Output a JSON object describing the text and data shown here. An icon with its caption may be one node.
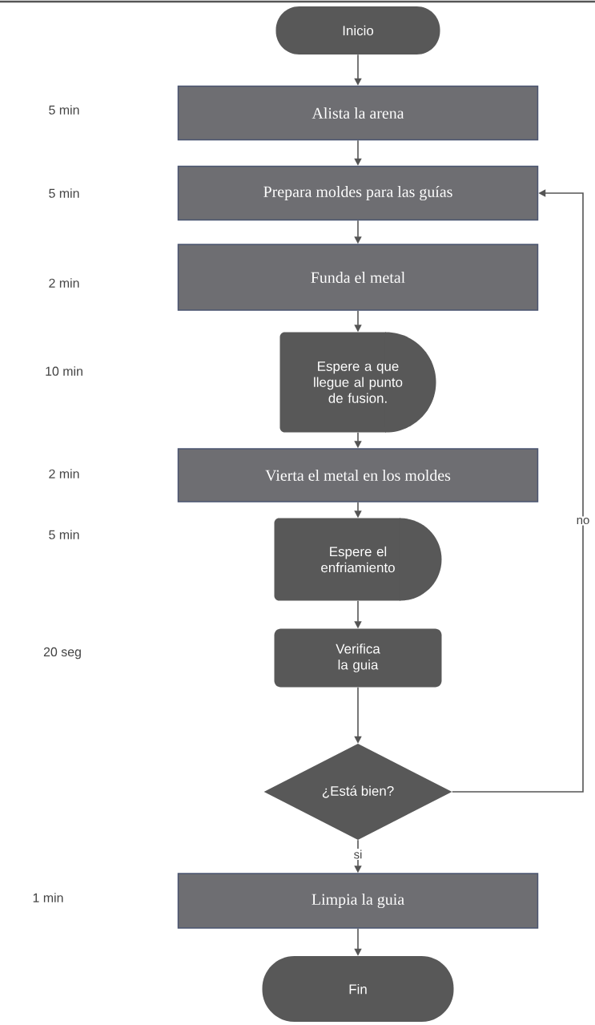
{
  "diagram": {
    "nodes": [
      {
        "text": [
          "Inicio"
        ]
      },
      {
        "text": [
          "Alista la arena"
        ]
      },
      {
        "text": [
          "Prepara moldes para las guías"
        ]
      },
      {
        "text": [
          "Funda el metal"
        ]
      },
      {
        "text": [
          "Espere a que llegue al punto de fusion."
        ]
      },
      {
        "text": [
          "Vierta el metal en los moldes"
        ]
      },
      {
        "text": [
          "Espere el enfriamiento"
        ]
      },
      {
        "text": [
          "Verifica la guia"
        ]
      },
      {
        "text": [
          "¿Está bien?"
        ]
      },
      {
        "text": [
          "Limpia la guia"
        ]
      },
      {
        "text": [
          "Fin"
        ]
      }
    ],
    "edges": [
      {
        "from": 0,
        "to": 1,
        "arrow": "to"
      },
      {
        "from": 1,
        "to": 2,
        "arrow": "to"
      },
      {
        "from": 2,
        "to": 3,
        "arrow": "to"
      },
      {
        "from": 3,
        "to": 4,
        "arrow": "to"
      },
      {
        "from": 4,
        "to": 5,
        "arrow": "to"
      },
      {
        "from": 5,
        "to": 6,
        "arrow": "to"
      },
      {
        "from": 6,
        "to": 7,
        "arrow": "to"
      },
      {
        "from": 7,
        "to": 8,
        "arrow": "to"
      },
      {
        "from": 8,
        "to": 2,
        "arrow": "to",
        "label": "no"
      },
      {
        "from": 8,
        "to": 9,
        "arrow": "to",
        "label": "si"
      },
      {
        "from": 9,
        "to": 10,
        "arrow": "to"
      }
    ],
    "labels": [
      "5 min",
      "5 min",
      "2 min",
      "10 min",
      "2 min",
      "5 min",
      "20 seg",
      "1 min"
    ]
  }
}
